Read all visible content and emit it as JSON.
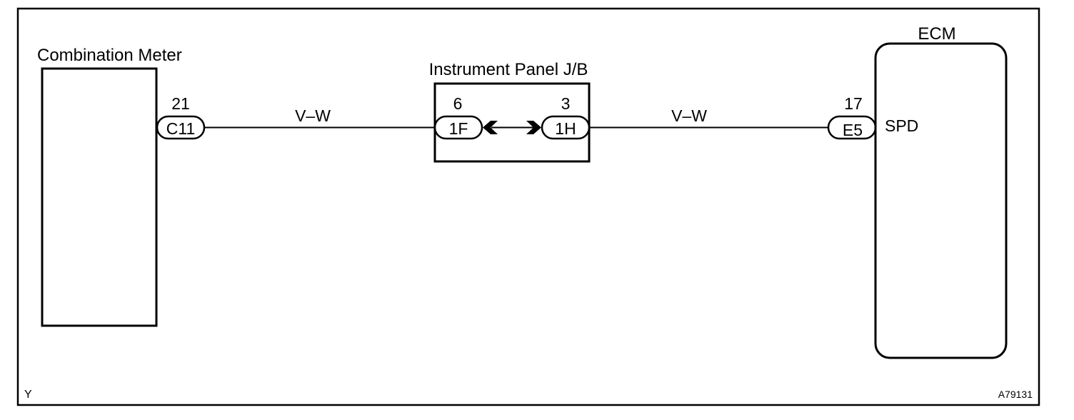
{
  "components": {
    "combination_meter": {
      "label": "Combination Meter"
    },
    "junction_block": {
      "label": "Instrument Panel J/B"
    },
    "ecm": {
      "label": "ECM",
      "terminal_name": "SPD"
    }
  },
  "connectors": {
    "c11": {
      "pin": "21",
      "code": "C11"
    },
    "j1f": {
      "pin": "6",
      "code": "1F"
    },
    "j1h": {
      "pin": "3",
      "code": "1H"
    },
    "e5": {
      "pin": "17",
      "code": "E5"
    }
  },
  "wires": {
    "left": {
      "color_code": "V–W"
    },
    "right": {
      "color_code": "V–W"
    }
  },
  "footer": {
    "corner_mark": "Y",
    "figure_id": "A79131"
  }
}
